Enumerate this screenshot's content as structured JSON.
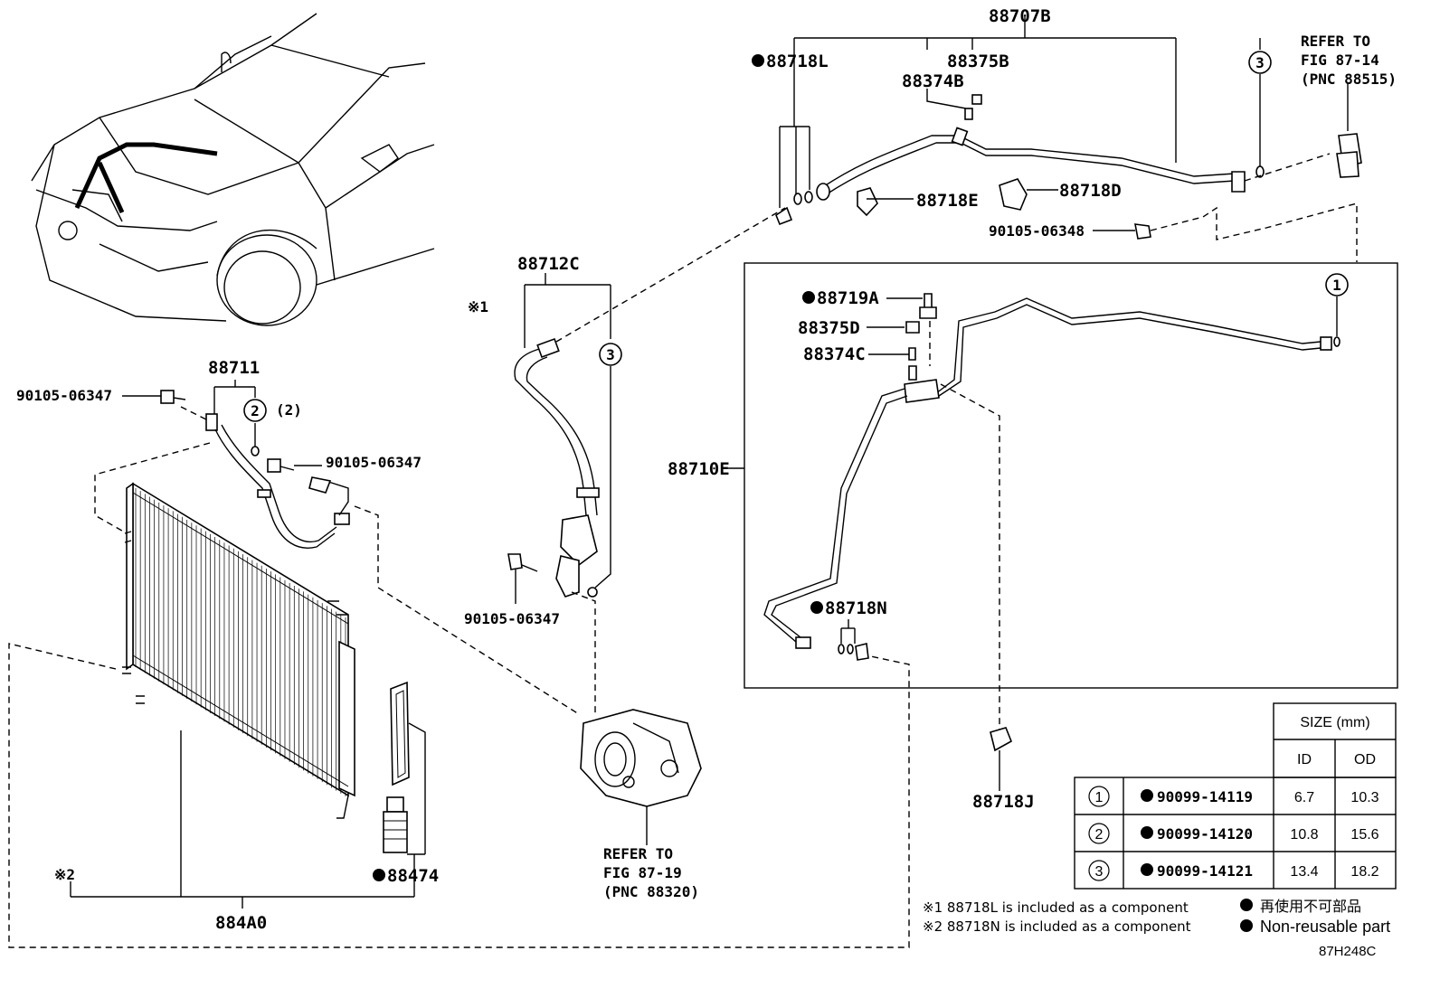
{
  "diagram_code": "87H248C",
  "labels": {
    "p88707B": "88707B",
    "p88718L": "88718L",
    "p88375B": "88375B",
    "p88374B": "88374B",
    "p88718E": "88718E",
    "p88718D": "88718D",
    "p90105_06348": "90105-06348",
    "p88712C": "88712C",
    "p88711": "88711",
    "p90105_06347_a": "90105-06347",
    "p90105_06347_b": "90105-06347",
    "p90105_06347_c": "90105-06347",
    "p88719A": "88719A",
    "p88375D": "88375D",
    "p88374C": "88374C",
    "p88710E": "88710E",
    "p88718N": "88718N",
    "p88718J": "88718J",
    "p88474": "88474",
    "p884A0": "884A0",
    "mark1": "※1",
    "mark2": "※2",
    "qty2": "(2)"
  },
  "refs": {
    "fig87_14": [
      "REFER TO",
      "FIG 87-14",
      "(PNC 88515)"
    ],
    "fig87_19": [
      "REFER TO",
      "FIG 87-19",
      "(PNC 88320)"
    ]
  },
  "callouts": {
    "c1": "1",
    "c2": "2",
    "c3": "3"
  },
  "size_table": {
    "title": "SIZE (mm)",
    "col_id": "ID",
    "col_od": "OD",
    "rows": [
      {
        "ref": "1",
        "part": "90099-14119",
        "id": "6.7",
        "od": "10.3"
      },
      {
        "ref": "2",
        "part": "90099-14120",
        "id": "10.8",
        "od": "15.6"
      },
      {
        "ref": "3",
        "part": "90099-14121",
        "id": "13.4",
        "od": "18.2"
      }
    ]
  },
  "notes": {
    "note1": "※1 88718L is included as a component",
    "note2": "※2 88718N is included as a component"
  },
  "legend": {
    "jp": "再使用不可部品",
    "en": "Non-reusable part"
  }
}
